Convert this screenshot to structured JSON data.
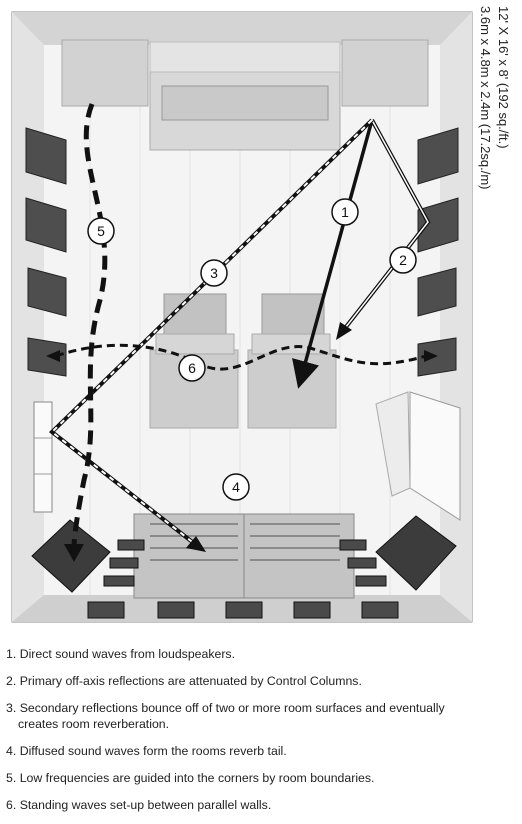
{
  "dimensions": {
    "imperial": "12' X 16' x 8' (192 sq./ft.)",
    "metric": "3.6m x 4.8m x 2.4m (17.2sq./m)"
  },
  "callouts": [
    "1",
    "2",
    "3",
    "4",
    "5",
    "6"
  ],
  "legend": [
    {
      "number": "1.",
      "text": "Direct sound waves from loudspeakers."
    },
    {
      "number": "2.",
      "text": "Primary off-axis reflections are attenuated by Control Columns."
    },
    {
      "number": "3.",
      "text": "Secondary reflections bounce off of two or more room surfaces and eventually",
      "text2": "creates room reverberation."
    },
    {
      "number": "4.",
      "text": "Diffused sound waves form the rooms reverb tail."
    },
    {
      "number": "5.",
      "text": "Low frequencies are guided into the corners by room boundaries."
    },
    {
      "number": "6.",
      "text": "Standing waves set-up between parallel walls."
    }
  ]
}
